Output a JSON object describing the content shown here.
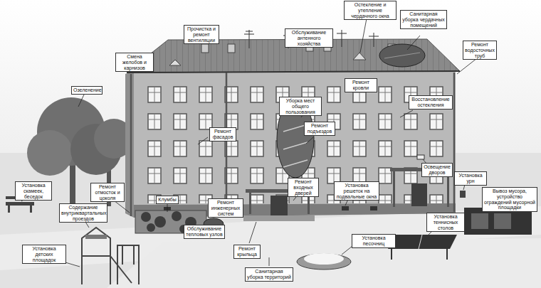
{
  "diagram": {
    "nodes": [
      {
        "text": [
          "Остекление и утепление чердачного окна"
        ]
      },
      {
        "text": [
          "Санитарная уборка чердачных помещений"
        ]
      },
      {
        "text": [
          "Прочистка и ремонт вентиляции"
        ]
      },
      {
        "text": [
          "Обслуживание антенного хозяйства"
        ]
      },
      {
        "text": [
          "Ремонт водосточных труб"
        ]
      },
      {
        "text": [
          "Смена желобов и карнизов"
        ]
      },
      {
        "text": [
          "Ремонт кровли"
        ]
      },
      {
        "text": [
          "Озеленение"
        ]
      },
      {
        "text": [
          "Восстановление остекления"
        ]
      },
      {
        "text": [
          "Уборка мест общего пользования"
        ]
      },
      {
        "text": [
          "Ремонт подъездов"
        ]
      },
      {
        "text": [
          "Ремонт фасадов"
        ]
      },
      {
        "text": [
          "Освещение дворов"
        ]
      },
      {
        "text": [
          "Установка урн"
        ]
      },
      {
        "text": [
          "Ремонт входных дверей"
        ]
      },
      {
        "text": [
          "Установка скамеек, беседок"
        ]
      },
      {
        "text": [
          "Установка решеток на подвальные окна"
        ]
      },
      {
        "text": [
          "Ремонт отмосток и цоколя"
        ]
      },
      {
        "text": [
          "Вывоз мусора, устройство ограждений мусорной площадки"
        ]
      },
      {
        "text": [
          "Клумбы"
        ]
      },
      {
        "text": [
          "Ремонт инженерных систем"
        ]
      },
      {
        "text": [
          "Содержание внутриквартальных проездов"
        ]
      },
      {
        "text": [
          "Установка теннисных столов"
        ]
      },
      {
        "text": [
          "Обслуживание тепловых узлов"
        ]
      },
      {
        "text": [
          "Установка песочниц"
        ]
      },
      {
        "text": [
          "Установка детских площадок"
        ]
      },
      {
        "text": [
          "Ремонт крыльца"
        ]
      },
      {
        "text": [
          "Санитарная уборка территорий"
        ]
      }
    ]
  }
}
